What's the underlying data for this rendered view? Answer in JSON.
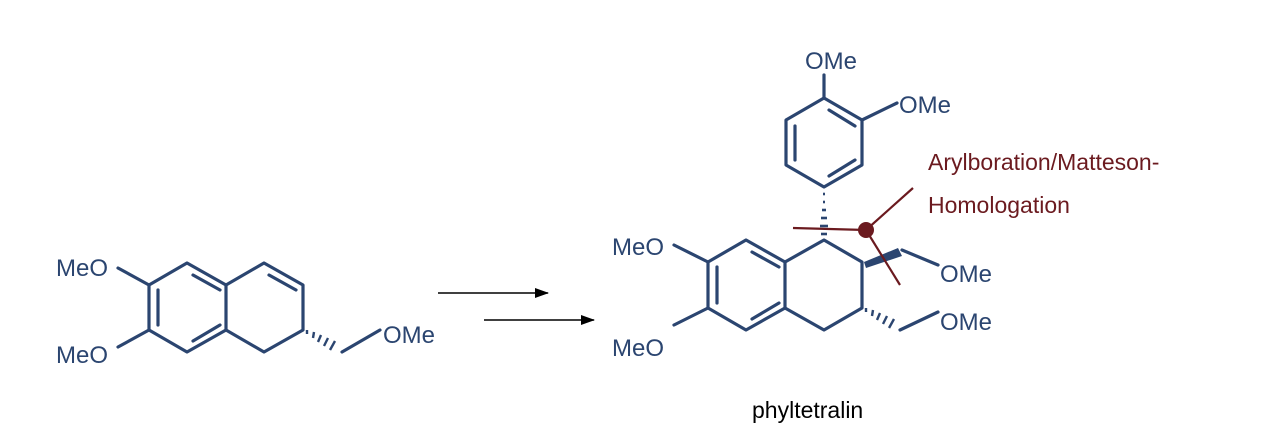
{
  "starting_material": {
    "labels": {
      "meo_top": "MeO",
      "meo_bottom": "MeO",
      "ome_side": "OMe"
    }
  },
  "product": {
    "labels": {
      "aryl_ome_top": "OMe",
      "aryl_ome_right": "OMe",
      "meo_top": "MeO",
      "meo_bottom": "MeO",
      "ome_side_upper": "OMe",
      "ome_side_lower": "OMe"
    },
    "name": "phyltetralin"
  },
  "annotation": {
    "line1": "Arylboration/Matteson-",
    "line2": "Homologation"
  },
  "colors": {
    "structure": "#2b4570",
    "annotation": "#6b1a1f",
    "arrows": "#000000"
  }
}
